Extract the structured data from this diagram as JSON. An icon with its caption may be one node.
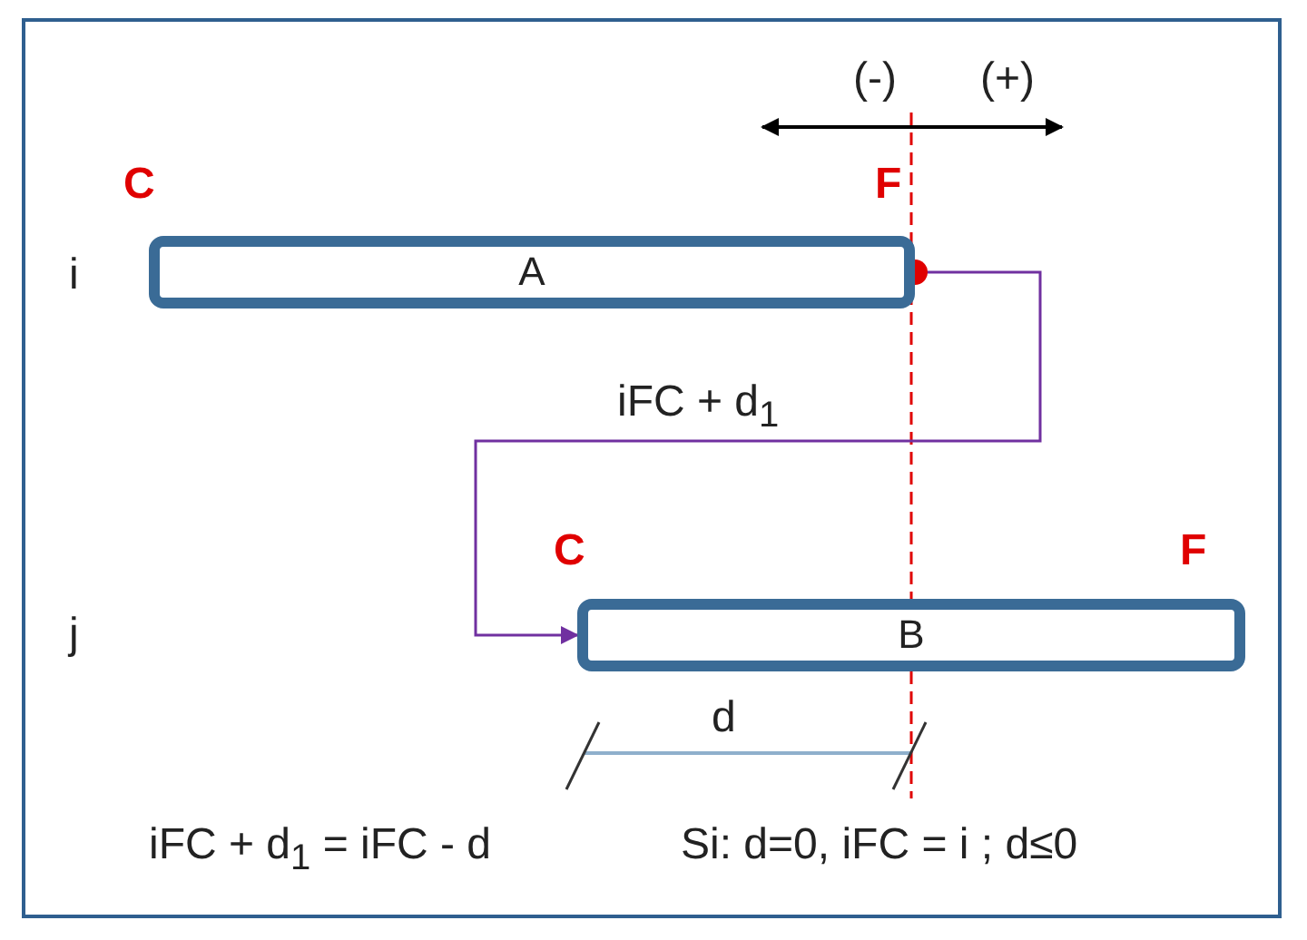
{
  "diagram": {
    "nodes": [
      {
        "text": [
          "A"
        ],
        "beside": [
          "C",
          "F"
        ]
      },
      {
        "text": [
          "B"
        ],
        "beside": [
          "C",
          "F"
        ]
      }
    ],
    "edges": [
      {
        "from": 0,
        "to": 1,
        "arrow": "to",
        "label": "iFC + d$_{1}$",
        "color": "#7030a0"
      }
    ],
    "labels": [
      "(-)",
      "(+)",
      "i",
      "j",
      "d",
      "iFC + d$_{1}$ = iFC - d",
      "Si: d=0, iFC = i ; d≤0"
    ]
  }
}
